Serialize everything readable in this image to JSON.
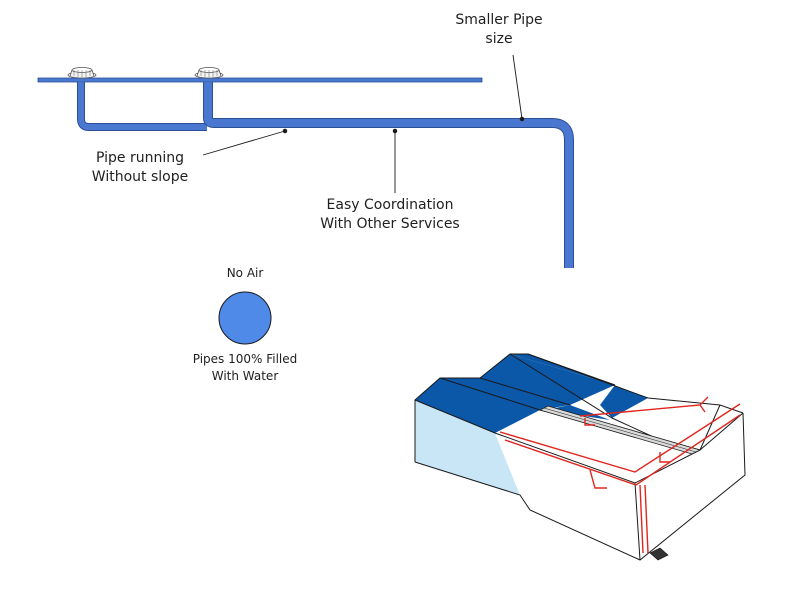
{
  "labels": {
    "smaller_pipe": [
      "Smaller Pipe",
      "size"
    ],
    "pipe_running": [
      "Pipe running",
      "Without slope"
    ],
    "easy_coordination": [
      "Easy Coordination",
      "With Other Services"
    ],
    "no_air": "No Air",
    "pipes_filled": [
      "Pipes 100% Filled",
      "With Water"
    ]
  },
  "colors": {
    "pipe": "#4a78d0",
    "pipe_edge": "#2b4f96",
    "roof": "#0b57a8",
    "water_circle": "#4f8ae8",
    "wall_light": "#c9e6f7",
    "drain_pipe": "#e0261f",
    "outline": "#1a1a1a"
  },
  "icons": {
    "roof_drain": "roof-drain-icon",
    "outlet": "drain-outlet-icon"
  }
}
